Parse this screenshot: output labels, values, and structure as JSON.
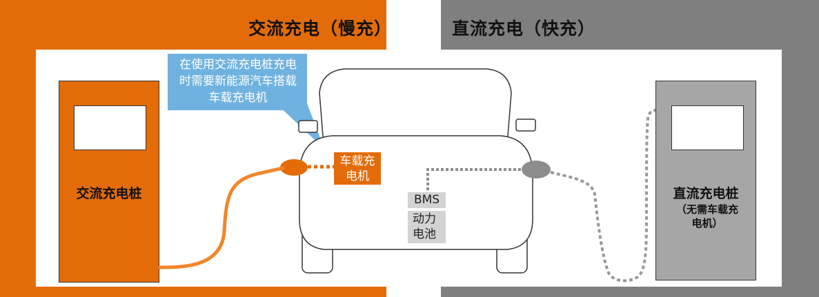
{
  "ac": {
    "title": "交流充电（慢充）",
    "station_label": "交流充电桩",
    "color": "#E36C09"
  },
  "dc": {
    "title": "直流充电（快充）",
    "station_label": "直流充电桩",
    "station_note": "（无需车载充电机）",
    "color": "#7F7F7F"
  },
  "callout": {
    "text": "在使用交流充电桩充电时需要新能源汽车搭载车载充电机",
    "color": "#6FB2DF"
  },
  "vehicle": {
    "onboard_charger": "车载充电机",
    "bms": "BMS",
    "battery": "动力电池"
  }
}
